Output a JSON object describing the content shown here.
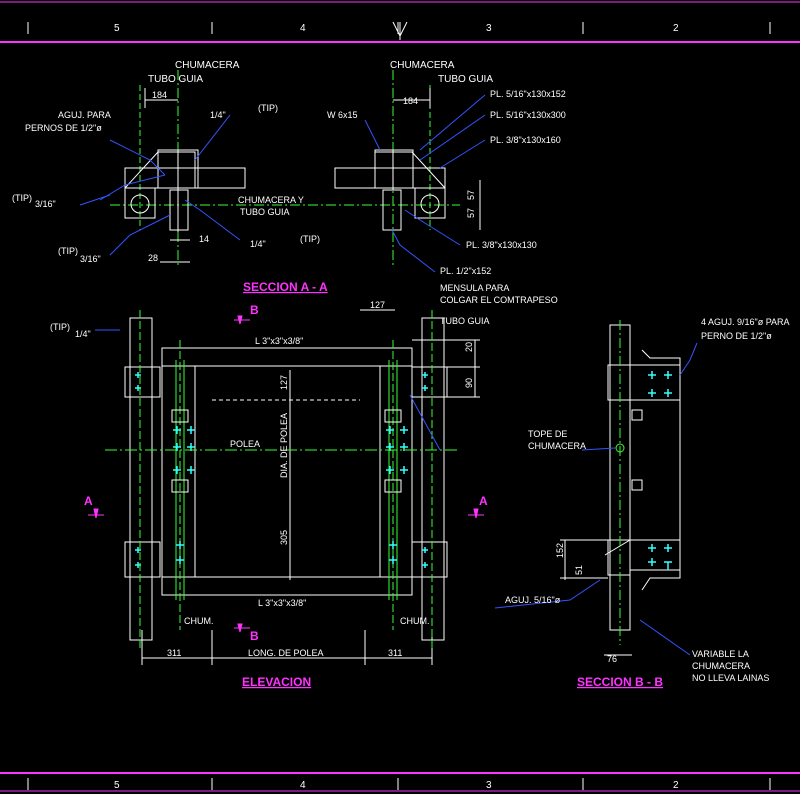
{
  "border": {
    "columns_top": [
      "5",
      "4",
      "3",
      "2"
    ],
    "columns_bottom": [
      "5",
      "4",
      "3",
      "2"
    ]
  },
  "colors": {
    "background": "#000000",
    "border_magenta": "#ff33ff",
    "dimension_white": "#ffffff",
    "leader_blue": "#3355ff",
    "centerline_green": "#33ff33",
    "object_cyan": "#33ffff"
  },
  "section_aa": {
    "title": "SECCION A - A",
    "cl_chumacera_left": "CHUMACERA",
    "cl_tubo_guia_left": "TUBO GUIA",
    "cl_chumacera_right": "CHUMACERA",
    "cl_tubo_guia_right": "TUBO GUIA",
    "dim_184_left": "184",
    "dim_184_right": "184",
    "aguj_line1": "AGUJ. PARA",
    "aguj_line2": "PERNOS DE 1/2\"ø",
    "weld_1_4_top": "1/4\"",
    "tip_top": "(TIP)",
    "w_6x15": "W 6x15",
    "pl1": "PL. 5/16\"x130x152",
    "pl2": "PL. 5/16\"x130x300",
    "pl3": "PL. 3/8\"x130x160",
    "tip_left": "(TIP)",
    "weld_3_16_a": "3/16\"",
    "cl_center_line1": "CHUMACERA Y",
    "cl_center_line2": "TUBO GUIA",
    "dim_57a": "57",
    "dim_57b": "57",
    "dim_14": "14",
    "weld_1_4_bottom": "1/4\"",
    "tip_bottom": "(TIP)",
    "tip_left_bottom": "(TIP)",
    "weld_3_16_b": "3/16\"",
    "dim_28": "28",
    "pl4": "PL. 3/8\"x130x130",
    "pl5": "PL. 1/2\"x152",
    "mensula_line1": "MENSULA PARA",
    "mensula_line2": "COLGAR EL COMTRAPESO"
  },
  "elevacion": {
    "title": "ELEVACION",
    "tip": "(TIP)",
    "weld_1_4": "1/4\"",
    "marker_b_top": "B",
    "marker_b_bottom": "B",
    "marker_a_left": "A",
    "marker_a_right": "A",
    "dim_127_top": "127",
    "cl_tubo_guia": "TUBO GUIA",
    "angle_top": "L 3\"x3\"x3/8\"",
    "angle_bottom": "L 3\"x3\"x3/8\"",
    "dim_20": "20",
    "dim_90": "90",
    "dim_127_vert": "127",
    "cl_polea": "POLEA",
    "dia_polea": "DIA. DE POLEA",
    "dim_305": "305",
    "chum_left": "CHUM.",
    "chum_right": "CHUM.",
    "dim_311_left": "311",
    "long_polea": "LONG. DE POLEA",
    "dim_311_right": "311"
  },
  "section_bb": {
    "title": "SECCION B - B",
    "aguj_line1": "4 AGUJ. 9/16\"ø PARA",
    "aguj_line2": "PERNO DE 1/2\"ø",
    "tope_line1": "TOPE DE",
    "tope_line2": "CHUMACERA",
    "dim_152": "152",
    "dim_51": "51",
    "aguj_5_16": "AGUJ. 5/16\"ø",
    "dim_76": "76",
    "variable_line1": "VARIABLE LA",
    "variable_line2": "CHUMACERA",
    "variable_line3": "NO LLEVA LAINAS"
  }
}
